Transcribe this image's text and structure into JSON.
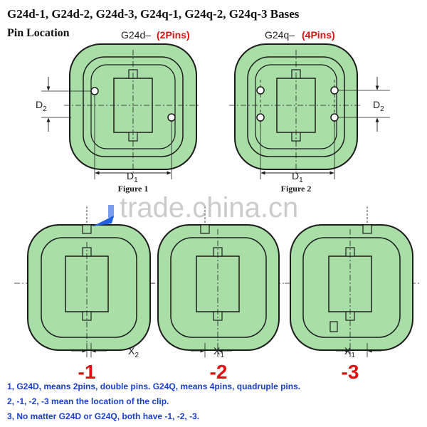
{
  "header": {
    "title": "G24d-1, G24d-2, G24d-3, G24q-1, G24q-2, G24q-3 Bases",
    "subtitle": "Pin Location"
  },
  "figures": {
    "fig1": {
      "name": "G24d–",
      "pins": "(2Pins)",
      "caption": "Figure 1",
      "d1": "D",
      "d1_sub": "1",
      "d2": "D",
      "d2_sub": "2"
    },
    "fig2": {
      "name": "G24q–",
      "pins": "(4Pins)",
      "caption": "Figure 2",
      "d1": "D",
      "d1_sub": "1",
      "d2": "D",
      "d2_sub": "2"
    }
  },
  "variants": [
    {
      "label": "-1",
      "dim": "X",
      "dim_sub": "2"
    },
    {
      "label": "-2",
      "dim": "X",
      "dim_sub": "1"
    },
    {
      "label": "-3",
      "dim": "X",
      "dim_sub": "1"
    }
  ],
  "watermark": "trade.china.cn",
  "notes": [
    "1, G24D, means 2pins, double pins. G24Q, means 4pins, quadruple pins.",
    "2, -1, -2, -3 mean the location of the clip.",
    "3, No matter G24D or G24Q, both have -1, -2, -3."
  ],
  "colors": {
    "base_fill": "#a9dfa7",
    "outline": "#1c1c1c",
    "accent_red": "#e01010",
    "note_blue": "#1a3fcc",
    "arrow_blue": "#1f5fe0"
  }
}
